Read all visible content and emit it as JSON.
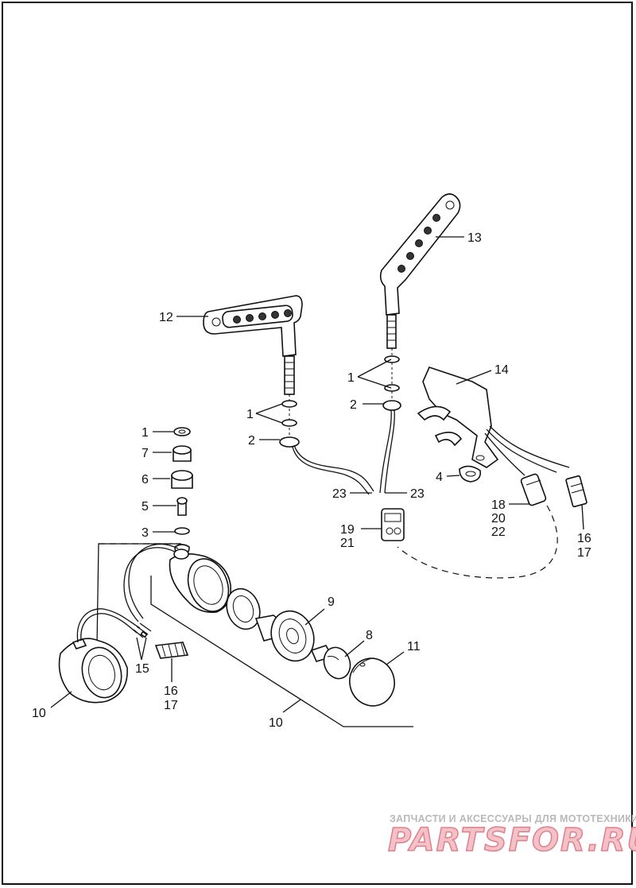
{
  "callouts": {
    "c1a": "1",
    "c1b": "1",
    "c1c": "1",
    "c2a": "2",
    "c2b": "2",
    "c3": "3",
    "c4": "4",
    "c5": "5",
    "c6": "6",
    "c7": "7",
    "c8": "8",
    "c9": "9",
    "c10a": "10",
    "c10b": "10",
    "c11": "11",
    "c12": "12",
    "c13": "13",
    "c14": "14",
    "c15": "15",
    "c16a": "16",
    "c17a": "17",
    "c16b": "16",
    "c17b": "17",
    "c18": "18",
    "c20": "20",
    "c22": "22",
    "c19": "19",
    "c21": "21",
    "c23a": "23",
    "c23b": "23"
  },
  "watermark": {
    "tagline": "ЗАПЧАСТИ И АКСЕССУАРЫ ДЛЯ МОТОТЕХНИКИ",
    "brand": "PARTSFOR.RU"
  }
}
